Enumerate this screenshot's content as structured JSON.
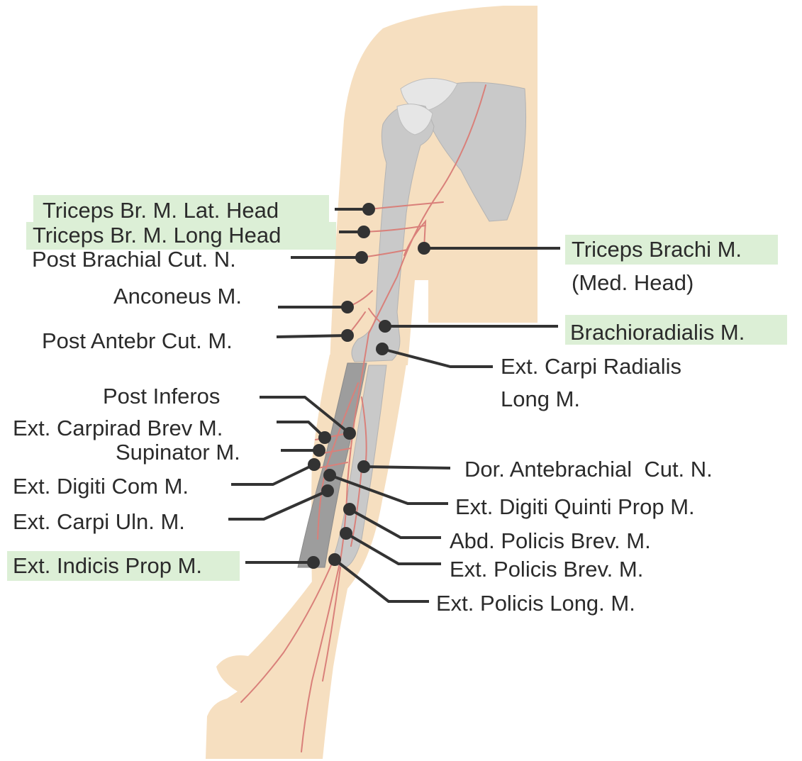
{
  "colors": {
    "skin": "#f6dfc0",
    "bone": "#c9c9c9",
    "bone_light": "#e6e6e6",
    "bone_dark": "#9d9d9d",
    "nerve": "#d9807a",
    "leader": "#333333",
    "highlight": "#dcefd6",
    "text": "#2b2b2b"
  },
  "labels": {
    "triceps_lat": "Triceps Br. M. Lat. Head",
    "triceps_long": "Triceps Br. M. Long Head",
    "post_brachial": "Post Brachial Cut. N.",
    "anconeus": "Anconeus M.",
    "post_antebr": "Post Antebr Cut. M.",
    "post_inferos": "Post Inferos",
    "ext_carpirad_brev": "Ext. Carpirad Brev M.",
    "supinator": "Supinator M.",
    "ext_digiti_com": "Ext. Digiti Com M.",
    "ext_carpi_uln": "Ext. Carpi Uln. M.",
    "ext_indicis": "Ext. Indicis Prop M.",
    "triceps_med_1": "Triceps Brachi M.",
    "triceps_med_2": "(Med. Head)",
    "brachioradialis": "Brachioradialis M.",
    "ext_carpi_rad_1": "Ext. Carpi Radialis",
    "ext_carpi_rad_2": "Long M.",
    "dor_antebrachial": "Dor. Antebrachial  Cut. N.",
    "ext_digiti_quinti": "Ext. Digiti Quinti Prop M.",
    "abd_policis": "Abd. Policis Brev. M.",
    "ext_policis_brev": "Ext. Policis Brev. M.",
    "ext_policis_long": "Ext. Policis Long. M."
  }
}
